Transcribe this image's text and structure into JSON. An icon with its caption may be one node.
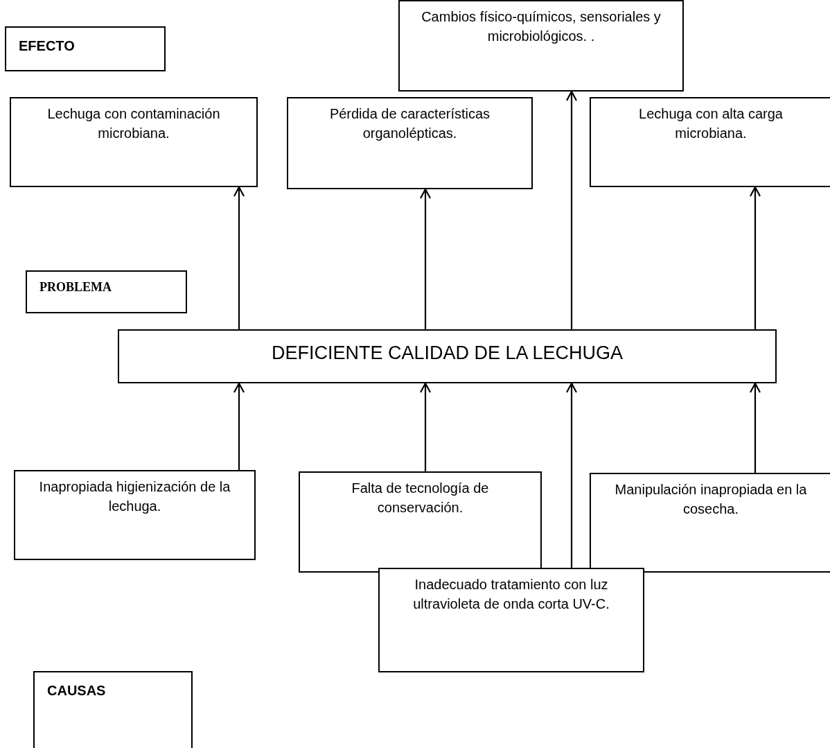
{
  "diagram": {
    "nodes": [
      {
        "text": [
          "EFECTO"
        ]
      },
      {
        "text": [
          "Cambios físico-químicos, sensoriales y microbiológicos. ."
        ]
      },
      {
        "text": [
          "Lechuga con contaminación microbiana."
        ]
      },
      {
        "text": [
          "Pérdida de características organolépticas."
        ]
      },
      {
        "text": [
          "Lechuga con alta carga microbiana."
        ]
      },
      {
        "text": [
          "PROBLEMA"
        ]
      },
      {
        "text": [
          "DEFICIENTE CALIDAD  DE LA LECHUGA"
        ]
      },
      {
        "text": [
          "Inapropiada higienización de la lechuga."
        ]
      },
      {
        "text": [
          "Falta de tecnología de conservación."
        ]
      },
      {
        "text": [
          "Manipulación inapropiada en la cosecha."
        ]
      },
      {
        "text": [
          "Inadecuado tratamiento con luz ultravioleta de onda corta UV-C."
        ]
      },
      {
        "text": [
          "CAUSAS"
        ]
      }
    ],
    "edges": [
      {
        "from": 6,
        "to": 2,
        "arrow": "to"
      },
      {
        "from": 6,
        "to": 3,
        "arrow": "to"
      },
      {
        "from": 6,
        "to": 1,
        "arrow": "to"
      },
      {
        "from": 6,
        "to": 4,
        "arrow": "to"
      },
      {
        "from": 7,
        "to": 6,
        "arrow": "to"
      },
      {
        "from": 8,
        "to": 6,
        "arrow": "to"
      },
      {
        "from": 10,
        "to": 6,
        "arrow": "to"
      },
      {
        "from": 9,
        "to": 6,
        "arrow": "to"
      }
    ]
  }
}
